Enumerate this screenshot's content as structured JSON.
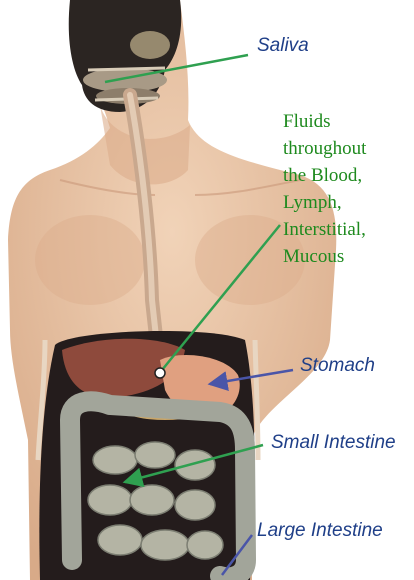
{
  "labels": {
    "saliva": "Saliva",
    "fluids": [
      "Fluids",
      "throughout",
      "the Blood,",
      "Lymph,",
      "Interstitial,",
      "Mucous"
    ],
    "stomach": "Stomach",
    "small_intestine": "Small Intestine",
    "large_intestine": "Large Intestine"
  },
  "colors": {
    "label_text": "#1f3f88",
    "fluids_text": "#1e8a1e",
    "green_arrow": "#2fa050",
    "blue_arrow": "#4a55a8",
    "skin": "#e9c6a6"
  }
}
